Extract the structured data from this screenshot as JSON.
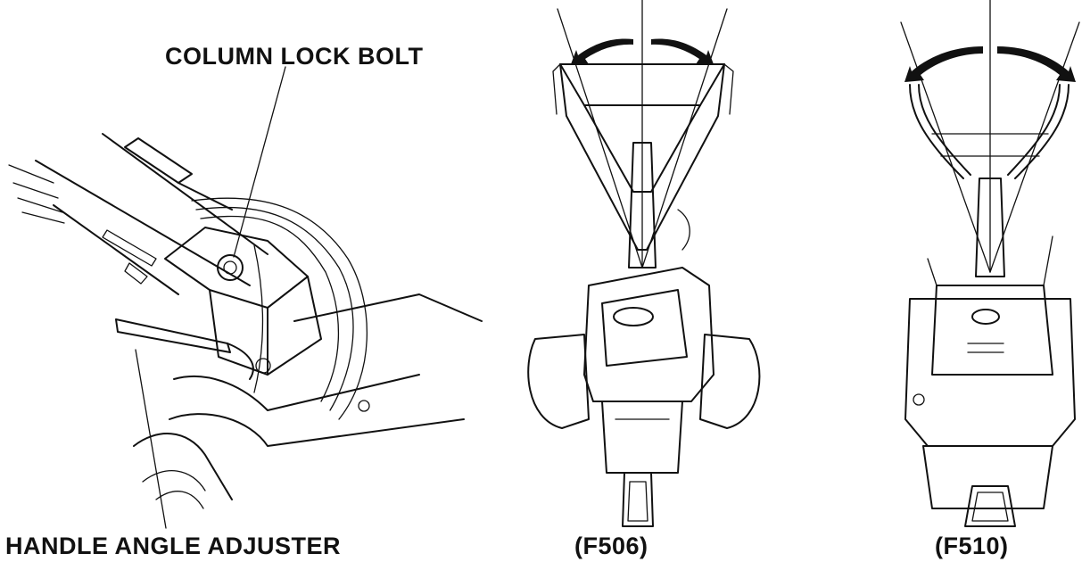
{
  "labels": {
    "column_lock_bolt": "COLUMN LOCK BOLT",
    "handle_angle_adjuster": "HANDLE ANGLE ADJUSTER",
    "model_f506": "(F506)",
    "model_f510": "(F510)"
  },
  "colors": {
    "ink": "#111111",
    "background": "#ffffff"
  }
}
